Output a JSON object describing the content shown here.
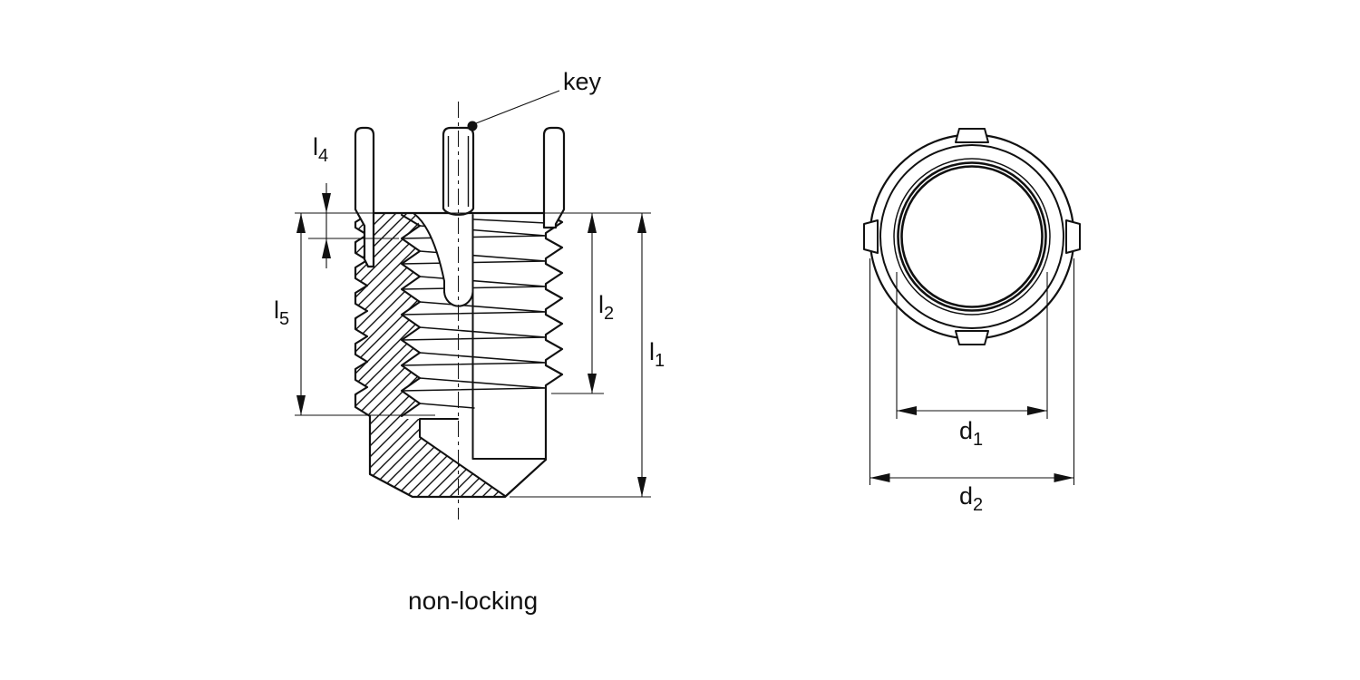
{
  "caption": "non-locking",
  "front_view": {
    "title": "sectioned front view of key-locking threaded insert",
    "key_callout": "key",
    "dims": {
      "l1": {
        "base": "l",
        "sub": "1"
      },
      "l2": {
        "base": "l",
        "sub": "2"
      },
      "l4": {
        "base": "l",
        "sub": "4"
      },
      "l5": {
        "base": "l",
        "sub": "5"
      }
    }
  },
  "top_view": {
    "title": "top view of insert with four locking keys",
    "dims": {
      "d1": {
        "base": "d",
        "sub": "1"
      },
      "d2": {
        "base": "d",
        "sub": "2"
      }
    }
  },
  "colors": {
    "ink": "#111111",
    "background": "#ffffff"
  }
}
